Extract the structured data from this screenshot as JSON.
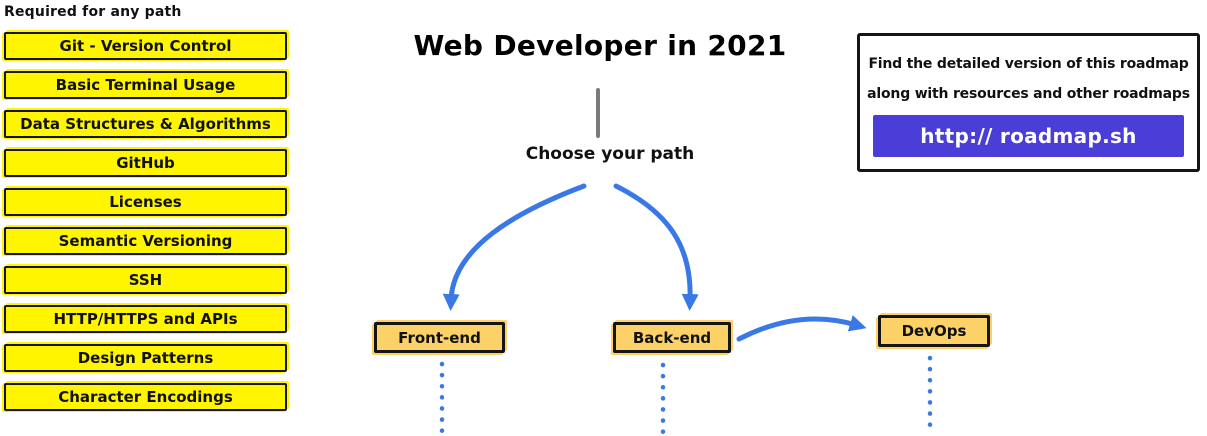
{
  "header": {
    "title": "Web Developer in 2021"
  },
  "required_panel": {
    "title": "Required for any path",
    "items": [
      "Git - Version Control",
      "Basic Terminal Usage",
      "Data Structures & Algorithms",
      "GitHub",
      "Licenses",
      "Semantic Versioning",
      "SSH",
      "HTTP/HTTPS and APIs",
      "Design Patterns",
      "Character Encodings"
    ]
  },
  "flow": {
    "prompt": "Choose your path",
    "paths": [
      {
        "label": "Front-end"
      },
      {
        "label": "Back-end"
      },
      {
        "label": "DevOps"
      }
    ]
  },
  "info_box": {
    "line1": "Find the detailed version of this roadmap",
    "line2": "along with resources and other roadmaps",
    "button_label": "http:// roadmap.sh"
  },
  "colors": {
    "topic_yellow": "#FFF500",
    "path_amber": "#FBD168",
    "arrow_blue": "#3B78E7",
    "button_purple": "#4A3DD8",
    "stem_gray": "#7b7b7b",
    "border_black": "#151515"
  }
}
